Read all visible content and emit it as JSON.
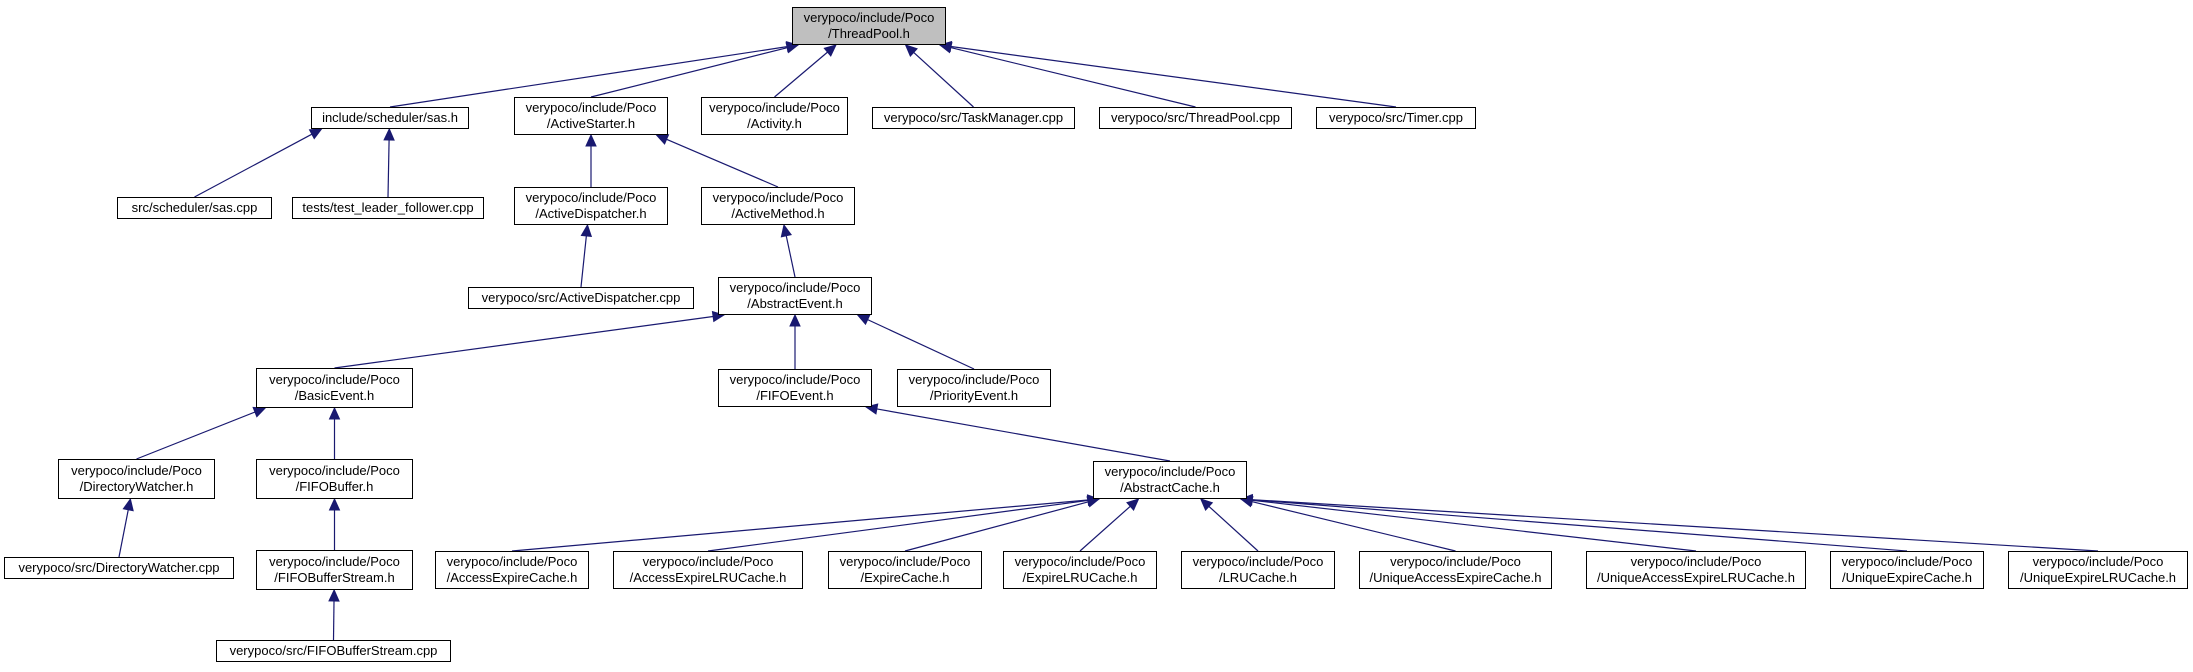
{
  "colors": {
    "edge": "#191970",
    "root_fill": "#bfbfbf",
    "node_fill": "#ffffff",
    "border": "#000000"
  },
  "nodes": [
    {
      "id": "threadpool_h",
      "label": "verypoco/include/Poco\n/ThreadPool.h",
      "root": true
    },
    {
      "id": "sas_h",
      "label": "include/scheduler/sas.h"
    },
    {
      "id": "activestarter_h",
      "label": "verypoco/include/Poco\n/ActiveStarter.h"
    },
    {
      "id": "activity_h",
      "label": "verypoco/include/Poco\n/Activity.h"
    },
    {
      "id": "taskmanager_cpp",
      "label": "verypoco/src/TaskManager.cpp"
    },
    {
      "id": "threadpool_cpp",
      "label": "verypoco/src/ThreadPool.cpp"
    },
    {
      "id": "timer_cpp",
      "label": "verypoco/src/Timer.cpp"
    },
    {
      "id": "sas_cpp",
      "label": "src/scheduler/sas.cpp"
    },
    {
      "id": "test_leader_follower_cpp",
      "label": "tests/test_leader_follower.cpp"
    },
    {
      "id": "activedispatcher_h",
      "label": "verypoco/include/Poco\n/ActiveDispatcher.h"
    },
    {
      "id": "activemethod_h",
      "label": "verypoco/include/Poco\n/ActiveMethod.h"
    },
    {
      "id": "activedispatcher_cpp",
      "label": "verypoco/src/ActiveDispatcher.cpp"
    },
    {
      "id": "abstractevent_h",
      "label": "verypoco/include/Poco\n/AbstractEvent.h"
    },
    {
      "id": "basicevent_h",
      "label": "verypoco/include/Poco\n/BasicEvent.h"
    },
    {
      "id": "fifoevent_h",
      "label": "verypoco/include/Poco\n/FIFOEvent.h"
    },
    {
      "id": "priorityevent_h",
      "label": "verypoco/include/Poco\n/PriorityEvent.h"
    },
    {
      "id": "directorywatcher_h",
      "label": "verypoco/include/Poco\n/DirectoryWatcher.h"
    },
    {
      "id": "fifobuffer_h",
      "label": "verypoco/include/Poco\n/FIFOBuffer.h"
    },
    {
      "id": "abstractcache_h",
      "label": "verypoco/include/Poco\n/AbstractCache.h"
    },
    {
      "id": "directorywatcher_cpp",
      "label": "verypoco/src/DirectoryWatcher.cpp"
    },
    {
      "id": "fifobufferstream_h",
      "label": "verypoco/include/Poco\n/FIFOBufferStream.h"
    },
    {
      "id": "accessexpirecache_h",
      "label": "verypoco/include/Poco\n/AccessExpireCache.h"
    },
    {
      "id": "accessexpirelrucache_h",
      "label": "verypoco/include/Poco\n/AccessExpireLRUCache.h"
    },
    {
      "id": "expirecache_h",
      "label": "verypoco/include/Poco\n/ExpireCache.h"
    },
    {
      "id": "expirelrucache_h",
      "label": "verypoco/include/Poco\n/ExpireLRUCache.h"
    },
    {
      "id": "lrucache_h",
      "label": "verypoco/include/Poco\n/LRUCache.h"
    },
    {
      "id": "uniqueaccessexpirecache_h",
      "label": "verypoco/include/Poco\n/UniqueAccessExpireCache.h"
    },
    {
      "id": "uniqueaccessexpirelrucache_h",
      "label": "verypoco/include/Poco\n/UniqueAccessExpireLRUCache.h"
    },
    {
      "id": "uniqueexpirecache_h",
      "label": "verypoco/include/Poco\n/UniqueExpireCache.h"
    },
    {
      "id": "uniqueexpirelrucache_h",
      "label": "verypoco/include/Poco\n/UniqueExpireLRUCache.h"
    },
    {
      "id": "fifobufferstream_cpp",
      "label": "verypoco/src/FIFOBufferStream.cpp"
    }
  ],
  "edges": [
    [
      "sas_h",
      "threadpool_h"
    ],
    [
      "activestarter_h",
      "threadpool_h"
    ],
    [
      "activity_h",
      "threadpool_h"
    ],
    [
      "taskmanager_cpp",
      "threadpool_h"
    ],
    [
      "threadpool_cpp",
      "threadpool_h"
    ],
    [
      "timer_cpp",
      "threadpool_h"
    ],
    [
      "sas_cpp",
      "sas_h"
    ],
    [
      "test_leader_follower_cpp",
      "sas_h"
    ],
    [
      "activedispatcher_h",
      "activestarter_h"
    ],
    [
      "activemethod_h",
      "activestarter_h"
    ],
    [
      "activedispatcher_cpp",
      "activedispatcher_h"
    ],
    [
      "abstractevent_h",
      "activemethod_h"
    ],
    [
      "basicevent_h",
      "abstractevent_h"
    ],
    [
      "fifoevent_h",
      "abstractevent_h"
    ],
    [
      "priorityevent_h",
      "abstractevent_h"
    ],
    [
      "directorywatcher_h",
      "basicevent_h"
    ],
    [
      "fifobuffer_h",
      "basicevent_h"
    ],
    [
      "abstractcache_h",
      "fifoevent_h"
    ],
    [
      "directorywatcher_cpp",
      "directorywatcher_h"
    ],
    [
      "fifobufferstream_h",
      "fifobuffer_h"
    ],
    [
      "fifobufferstream_cpp",
      "fifobufferstream_h"
    ],
    [
      "accessexpirecache_h",
      "abstractcache_h"
    ],
    [
      "accessexpirelrucache_h",
      "abstractcache_h"
    ],
    [
      "expirecache_h",
      "abstractcache_h"
    ],
    [
      "expirelrucache_h",
      "abstractcache_h"
    ],
    [
      "lrucache_h",
      "abstractcache_h"
    ],
    [
      "uniqueaccessexpirecache_h",
      "abstractcache_h"
    ],
    [
      "uniqueaccessexpirelrucache_h",
      "abstractcache_h"
    ],
    [
      "uniqueexpirecache_h",
      "abstractcache_h"
    ],
    [
      "uniqueexpirelrucache_h",
      "abstractcache_h"
    ]
  ]
}
